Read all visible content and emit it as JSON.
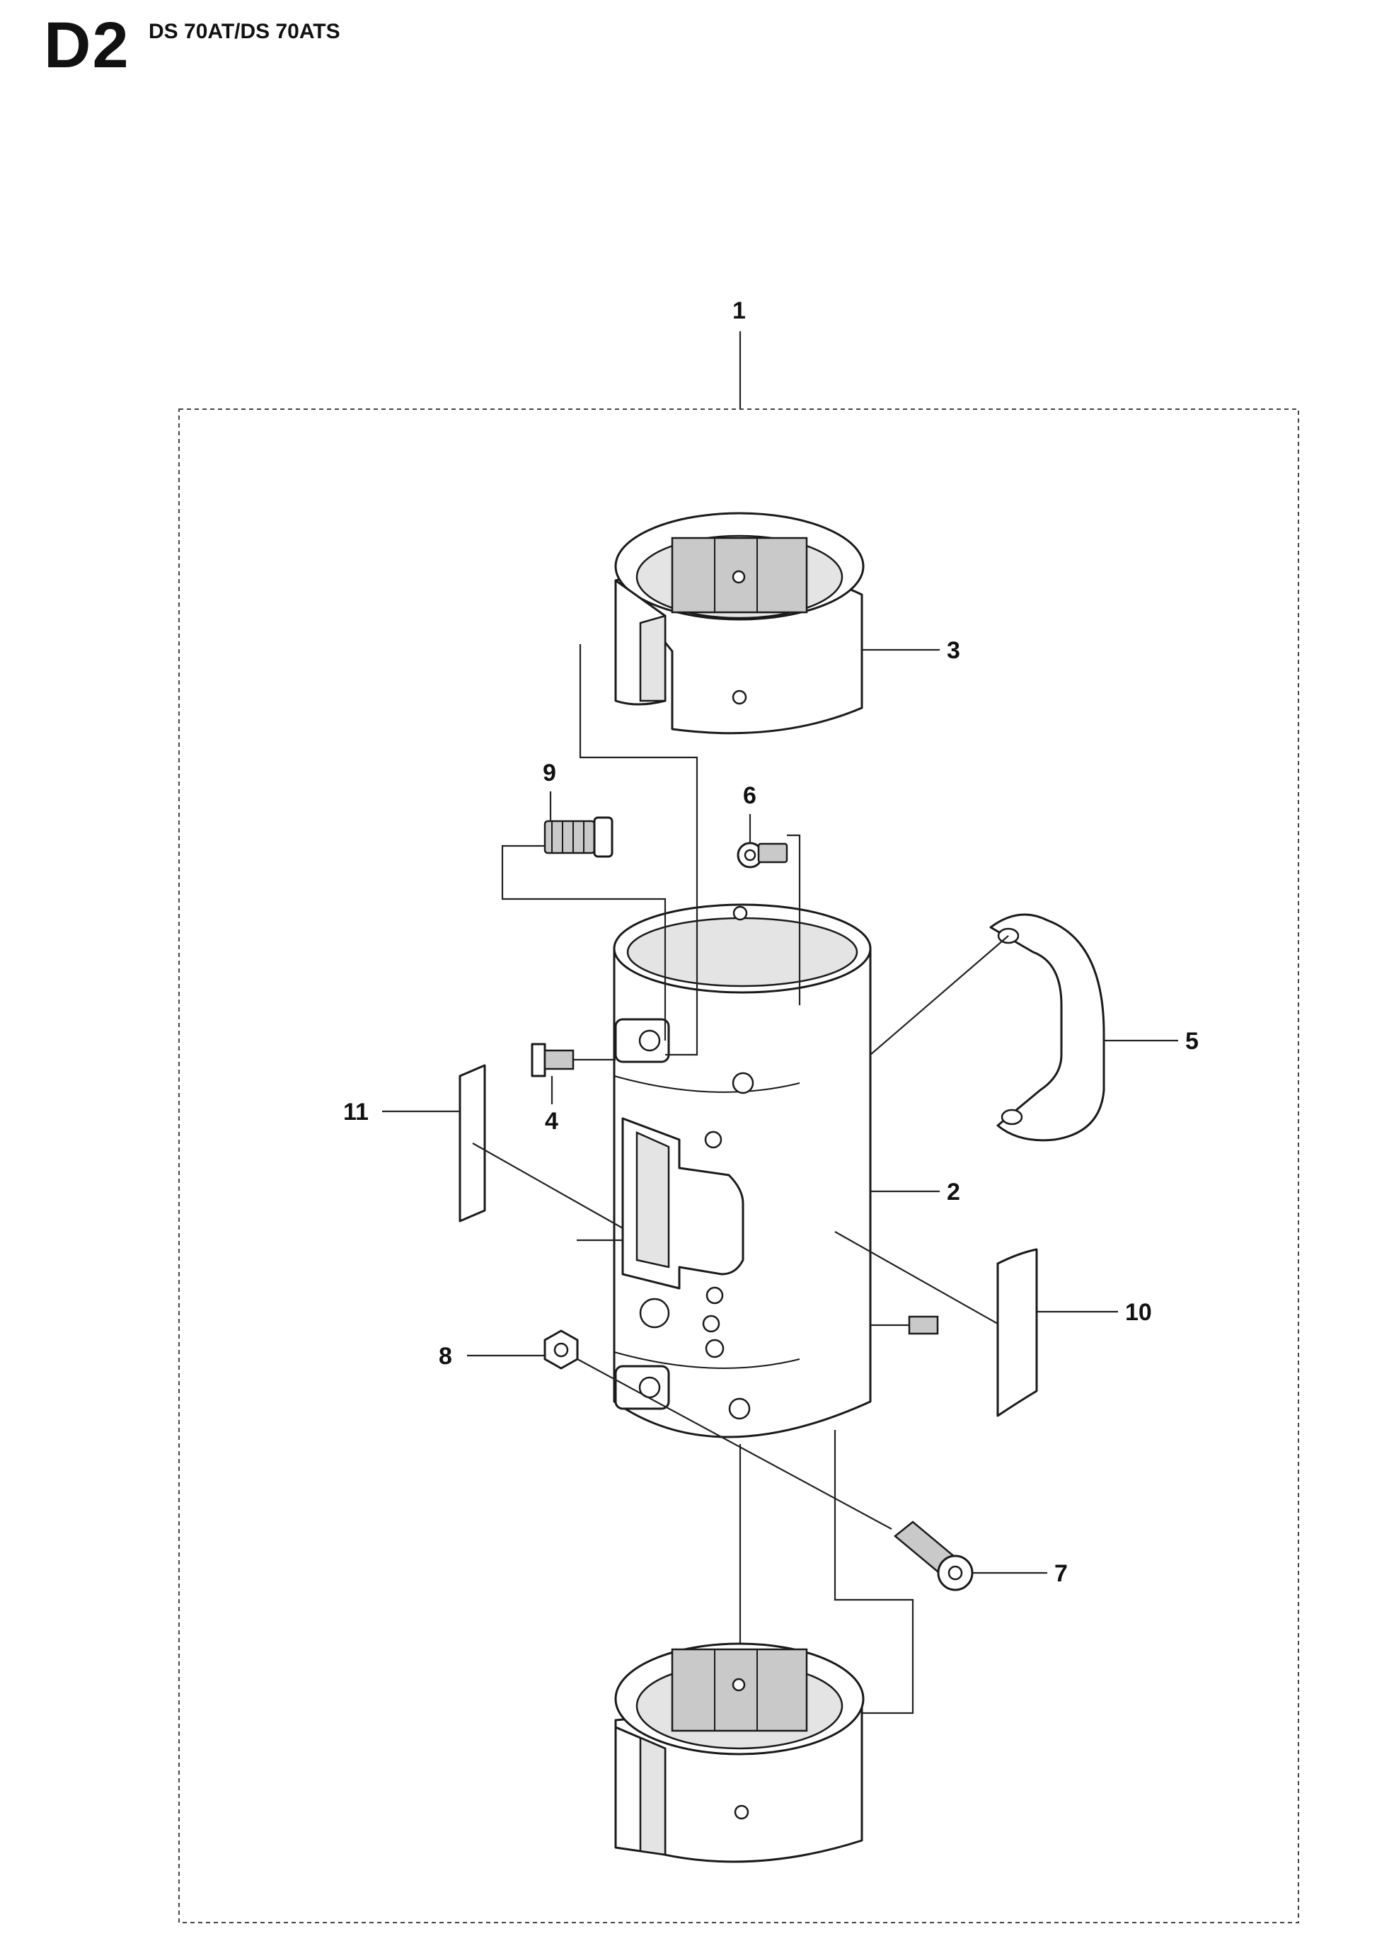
{
  "header": {
    "section_code": "D2",
    "model_title": "DS 70AT/DS 70ATS"
  },
  "callouts": [
    {
      "id": "1",
      "label": "1"
    },
    {
      "id": "2",
      "label": "2"
    },
    {
      "id": "3",
      "label": "3"
    },
    {
      "id": "4",
      "label": "4"
    },
    {
      "id": "5",
      "label": "5"
    },
    {
      "id": "6",
      "label": "6"
    },
    {
      "id": "7",
      "label": "7"
    },
    {
      "id": "8",
      "label": "8"
    },
    {
      "id": "9",
      "label": "9"
    },
    {
      "id": "10",
      "label": "10"
    },
    {
      "id": "11",
      "label": "11"
    }
  ]
}
